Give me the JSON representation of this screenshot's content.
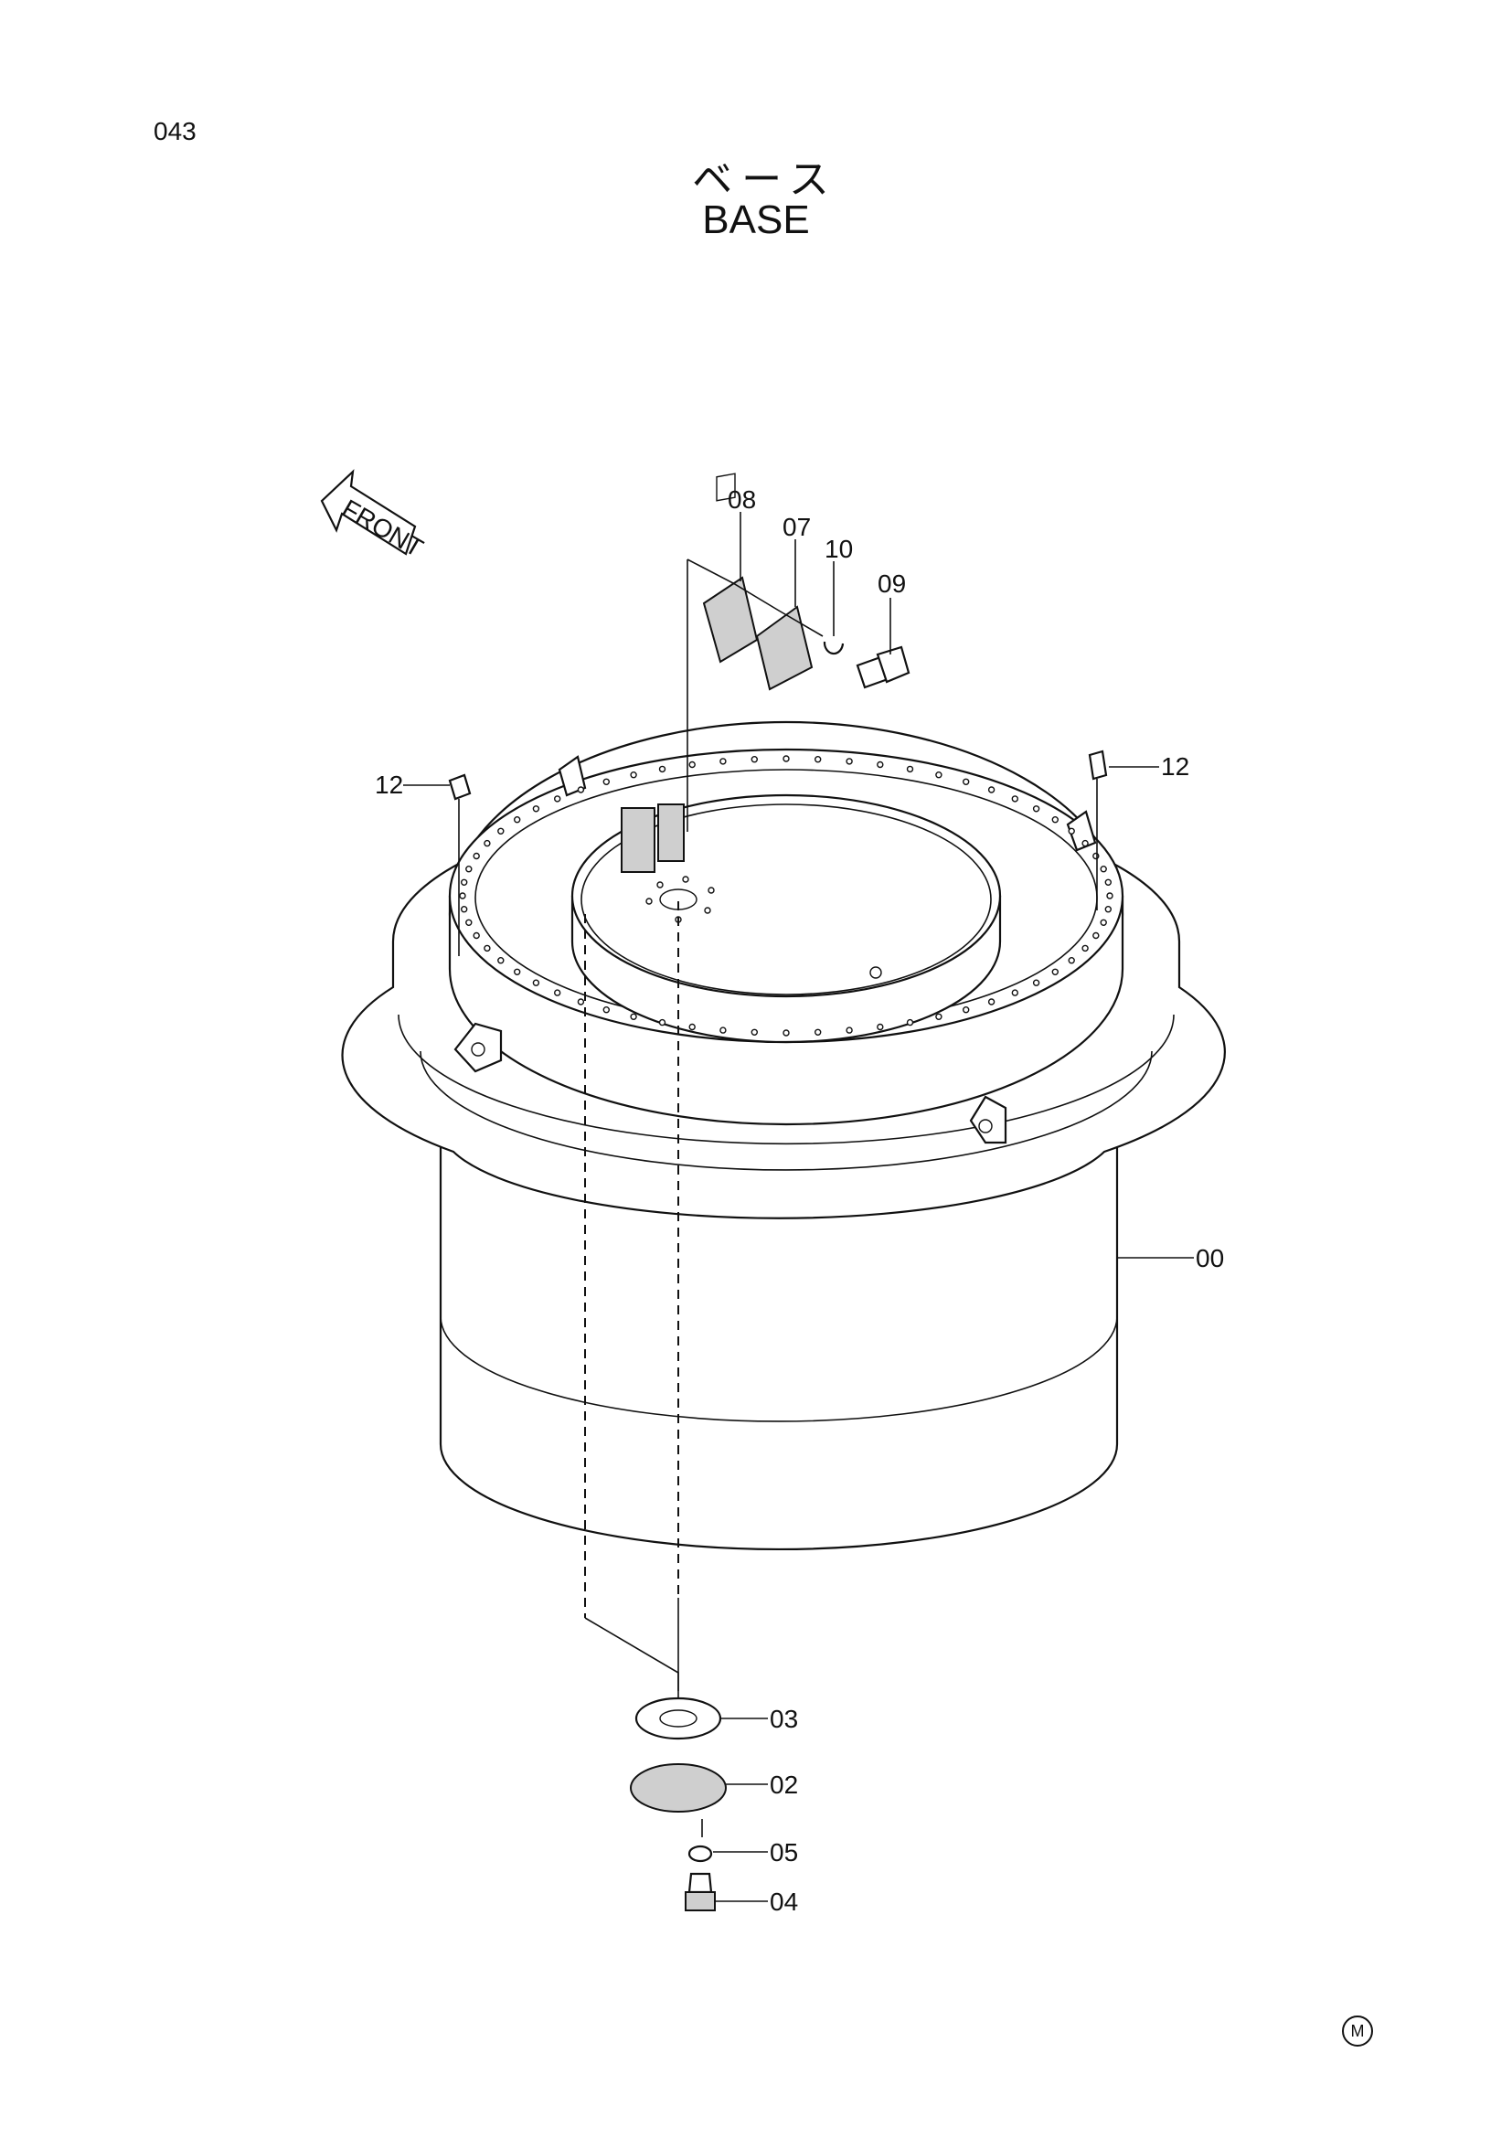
{
  "page": {
    "number": "043"
  },
  "title": {
    "japanese": "ベース",
    "english": "BASE"
  },
  "front_arrow": {
    "label": "FRONT"
  },
  "callouts": [
    {
      "id": "08",
      "part": "plate"
    },
    {
      "id": "07",
      "part": "plate"
    },
    {
      "id": "10",
      "part": "washer"
    },
    {
      "id": "09",
      "part": "bolt"
    },
    {
      "id": "12",
      "part": "plug"
    },
    {
      "id": "12",
      "part": "plug"
    },
    {
      "id": "00",
      "part": "base"
    },
    {
      "id": "03",
      "part": "gasket"
    },
    {
      "id": "02",
      "part": "cover"
    },
    {
      "id": "05",
      "part": "washer"
    },
    {
      "id": "04",
      "part": "bolt"
    }
  ],
  "footer": {
    "mark": "M"
  }
}
